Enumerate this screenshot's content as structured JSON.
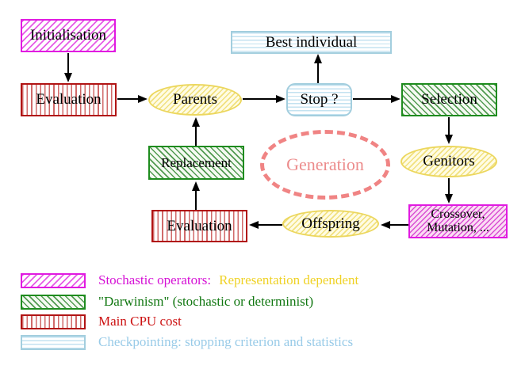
{
  "diagram": {
    "nodes": {
      "initialisation": {
        "label": "Initialisation",
        "style": "magenta-hatch"
      },
      "evaluation_top": {
        "label": "Evaluation",
        "style": "red-vertical-stripes"
      },
      "parents": {
        "label": "Parents",
        "style": "yellow-ellipse"
      },
      "best_individual": {
        "label": "Best individual",
        "style": "cyan-horizontal-stripes"
      },
      "stop": {
        "label": "Stop ?",
        "style": "cyan-horizontal-stripes-rounded"
      },
      "selection": {
        "label": "Selection",
        "style": "green-hatch"
      },
      "replacement": {
        "label": "Replacement",
        "style": "green-hatch"
      },
      "generation": {
        "label": "Generation",
        "style": "coral-dashed-ellipse"
      },
      "genitors": {
        "label": "Genitors",
        "style": "yellow-ellipse"
      },
      "evaluation_bottom": {
        "label": "Evaluation",
        "style": "red-vertical-stripes"
      },
      "offspring": {
        "label": "Offspring",
        "style": "yellow-ellipse"
      },
      "crossover": {
        "line1": "Crossover,",
        "line2": "Mutation, ...",
        "style": "magenta-pink-hatch"
      }
    },
    "edges": [
      "Initialisation -> Evaluation",
      "Evaluation -> Parents",
      "Parents -> Stop ?",
      "Stop ? -> Best individual",
      "Stop ? -> Selection",
      "Selection -> Genitors",
      "Genitors -> Crossover, Mutation, ...",
      "Crossover, Mutation, ... -> Offspring",
      "Offspring -> Evaluation (bottom)",
      "Evaluation (bottom) -> Replacement",
      "Replacement -> Parents"
    ],
    "legend": {
      "items": [
        {
          "swatch": "magenta-hatch",
          "text": "Stochastic operators:",
          "text2": "Representation dependent"
        },
        {
          "swatch": "green-hatch",
          "text": "\"Darwinism\" (stochastic or determinist)"
        },
        {
          "swatch": "red-vertical-stripes",
          "text": "Main CPU cost"
        },
        {
          "swatch": "cyan-horizontal-stripes",
          "text": "Checkpointing: stopping criterion and statistics"
        }
      ]
    },
    "colors": {
      "magenta_border": "#e11ae1",
      "magenta_text": "#d511d5",
      "yellow_text": "#efd226",
      "green_border": "#1e8c1e",
      "green_text": "#117711",
      "red_border": "#b11414",
      "red_text": "#cc1111",
      "cyan_border": "#a3cede",
      "blue_text": "#99cbe8",
      "yellow_ellipse_border": "#ecd75e",
      "coral_dashed": "#f08484",
      "black": "#000000"
    }
  }
}
